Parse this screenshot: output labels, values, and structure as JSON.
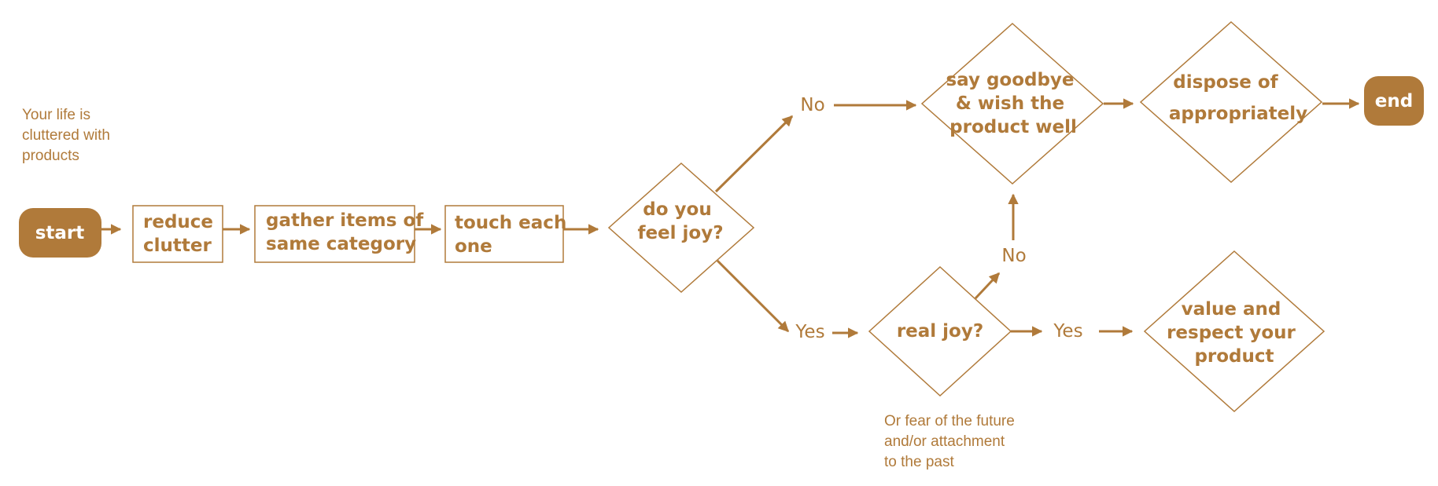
{
  "colors": {
    "accent": "#b07a3a",
    "background": "#ffffff"
  },
  "notes": {
    "top_left": [
      "Your life is",
      "cluttered with",
      "products"
    ],
    "bottom": [
      "Or fear of the future",
      "and/or attachment",
      "to the past"
    ]
  },
  "nodes": {
    "start": [
      "start"
    ],
    "reduce": [
      "reduce",
      "clutter"
    ],
    "gather": [
      "gather items of",
      "same category"
    ],
    "touch": [
      "touch each",
      "one"
    ],
    "joy": [
      "do you",
      "feel joy?"
    ],
    "goodbye": [
      "say goodbye",
      "& wish the",
      "product well"
    ],
    "dispose": [
      "dispose of",
      "appropriately"
    ],
    "end": [
      "end"
    ],
    "realjoy": [
      "real joy?"
    ],
    "value": [
      "value and",
      "respect your",
      "product"
    ]
  },
  "edges": {
    "no_top": "No",
    "yes_bottom": "Yes",
    "no_mid": "No",
    "yes_right": "Yes"
  }
}
